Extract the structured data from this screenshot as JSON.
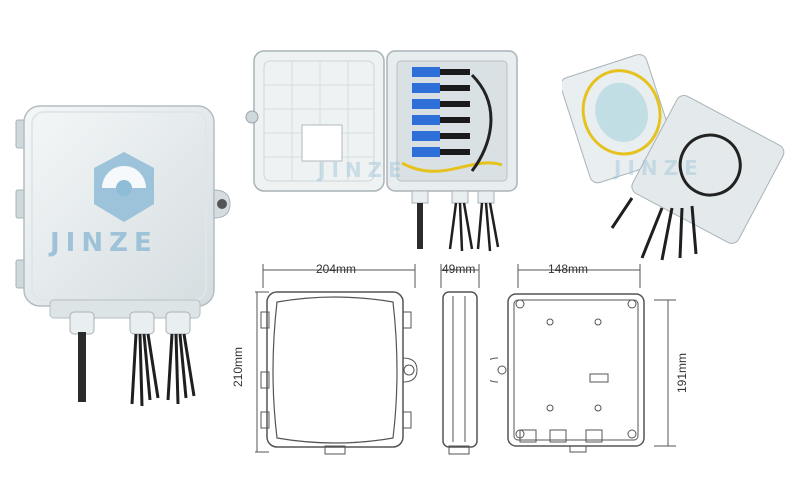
{
  "watermark": {
    "brand_text": "JINZE",
    "brand_color": "#8fbcd6"
  },
  "dimensions": {
    "front_width": "204mm",
    "front_height": "210mm",
    "side_depth": "49mm",
    "back_width": "148mm",
    "back_height": "191mm"
  },
  "colors": {
    "enclosure": "#e6ecee",
    "enclosure_shadow": "#b9c4c9",
    "connector_blue": "#2e6fd8",
    "fiber_yellow": "#e6c21e",
    "cable_black": "#262626",
    "line_art": "#555555"
  }
}
